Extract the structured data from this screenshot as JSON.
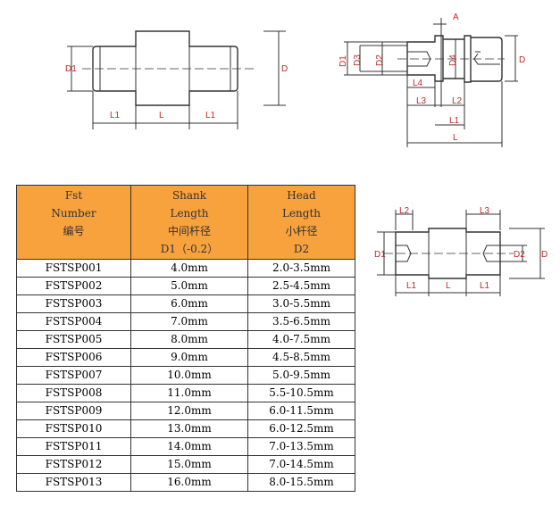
{
  "diagram1": {
    "labels": {
      "d1": "D1",
      "d": "D",
      "l1_left": "L1",
      "l": "L",
      "l1_right": "L1"
    }
  },
  "diagram2": {
    "labels": {
      "a": "A",
      "d1": "D1",
      "d3": "D3",
      "d2": "D2",
      "d4": "D4",
      "d": "D",
      "l4": "L4",
      "l3": "L3",
      "l2": "L2",
      "l1": "L1",
      "l": "L"
    }
  },
  "diagram3": {
    "labels": {
      "l2": "L2",
      "l3": "L3",
      "d1": "D1",
      "d2": "D2",
      "d": "D",
      "l1_left": "L1",
      "l": "L",
      "l1_right": "L1"
    }
  },
  "table": {
    "headers": [
      {
        "line1": "Fst",
        "line2": "Number",
        "line3": "编号",
        "line4": ""
      },
      {
        "line1": "Shank",
        "line2": "Length",
        "line3": "中间杆径",
        "line4": "D1（-0.2）"
      },
      {
        "line1": "Head",
        "line2": "Length",
        "line3": "小杆径",
        "line4": "D2"
      }
    ],
    "rows": [
      [
        "FSTSP001",
        "4.0mm",
        "2.0-3.5mm"
      ],
      [
        "FSTSP002",
        "5.0mm",
        "2.5-4.5mm"
      ],
      [
        "FSTSP003",
        "6.0mm",
        "3.0-5.5mm"
      ],
      [
        "FSTSP004",
        "7.0mm",
        "3.5-6.5mm"
      ],
      [
        "FSTSP005",
        "8.0mm",
        "4.0-7.5mm"
      ],
      [
        "FSTSP006",
        "9.0mm",
        "4.5-8.5mm"
      ],
      [
        "FSTSP007",
        "10.0mm",
        "5.0-9.5mm"
      ],
      [
        "FSTSP008",
        "11.0mm",
        "5.5-10.5mm"
      ],
      [
        "FSTSP009",
        "12.0mm",
        "6.0-11.5mm"
      ],
      [
        "FSTSP010",
        "13.0mm",
        "6.0-12.5mm"
      ],
      [
        "FSTSP011",
        "14.0mm",
        "7.0-13.5mm"
      ],
      [
        "FSTSP012",
        "15.0mm",
        "7.0-14.5mm"
      ],
      [
        "FSTSP013",
        "16.0mm",
        "8.0-15.5mm"
      ]
    ]
  }
}
